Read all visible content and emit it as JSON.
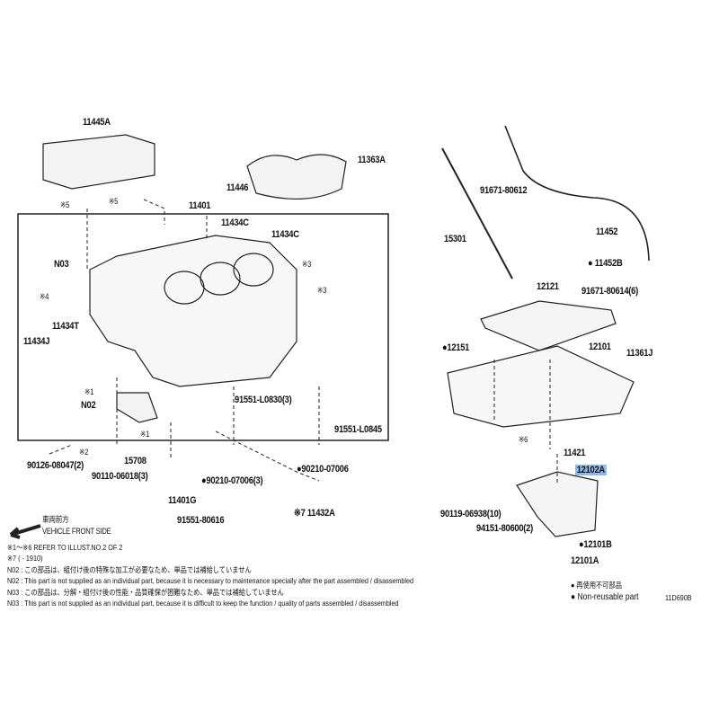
{
  "labels": {
    "l11445A": "11445A",
    "s5a": "※5",
    "s5b": "※5",
    "l11446": "11446",
    "l11401": "11401",
    "l11363A": "11363A",
    "l11434C1": "11434C",
    "l11434C2": "11434C",
    "n03": "N03",
    "s3a": "※3",
    "s3b": "※3",
    "s4": "※4",
    "l11434T": "11434T",
    "l11434J": "11434J",
    "s1a": "※1",
    "n02": "N02",
    "s1b": "※1",
    "l91551L0830": "91551-L0830(3)",
    "l91551L0845": "91551-L0845",
    "l90126": "90126-08047(2)",
    "s2": "※2",
    "l15708": "15708",
    "l90110": "90110-06018(3)",
    "l90210a": "●90210-07006(3)",
    "l90210b": "●90210-07006",
    "l11401G": "11401G",
    "l91551_80616": "91551-80616",
    "l11432A": "※7 11432A",
    "front_jp": "車両前方",
    "front_en": "VEHICLE FRONT SIDE",
    "l91671_80612": "91671-80612",
    "l15301": "15301",
    "l11452": "11452",
    "l11452B": "● 11452B",
    "l12121": "12121",
    "l91671_80614": "91671-80614(6)",
    "l12151": "●12151",
    "l12101": "12101",
    "l11361J": "11361J",
    "s6": "※6",
    "l11421": "11421",
    "l12102A": "12102A",
    "l90119": "90119-06938(10)",
    "l94151": "94151-80600(2)",
    "l12101B": "●12101B",
    "l12101A": "12101A"
  },
  "notes": [
    "※1～※6  REFER TO ILLUST.NO.2 OF 2",
    "※7 (        - 1910)",
    "N02 : この部品は、組付け後の特殊な加工が必要なため、単品では補給していません",
    "N02 : This part is not supplied as an individual part, because it is necessary to maintenance specially after the part assembled / disassembled",
    "N03 : この部品は、分解・組付け後の性能・品質確保が困難なため、単品では補給していません",
    "N03 : This part is not supplied as an individual part, because it is difficult to keep the function / quality of parts  assembled / disassembled"
  ],
  "legend": {
    "jp": "● 再使用不可部品",
    "en": "● Non-reusable part"
  },
  "illustration_code": "11D690B"
}
